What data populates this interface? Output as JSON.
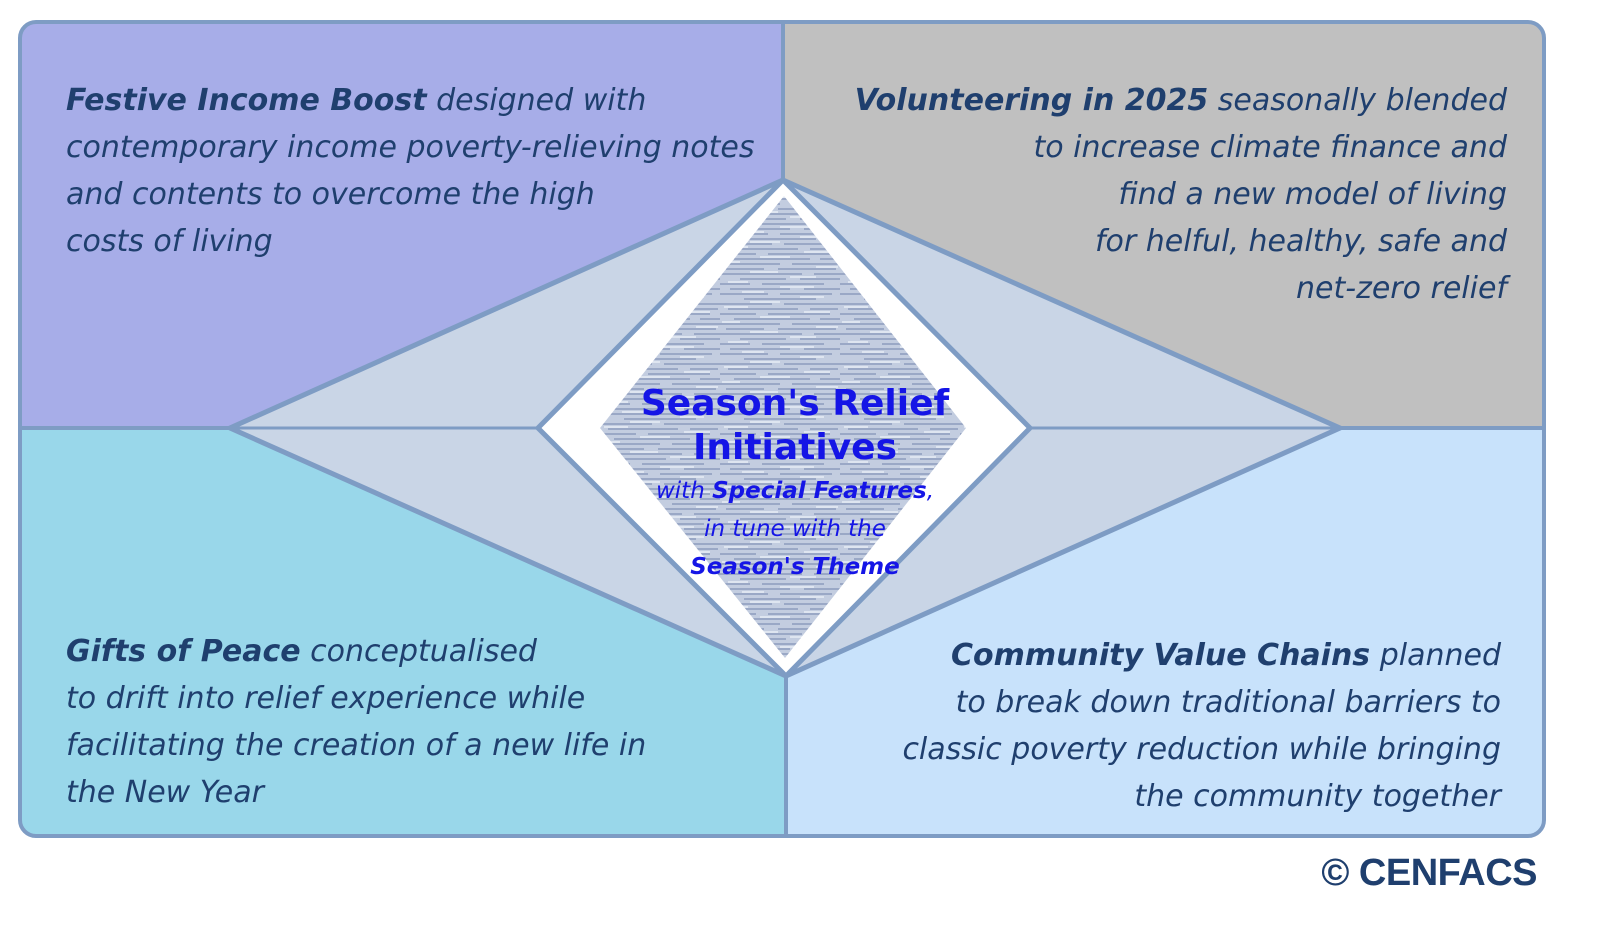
{
  "diagram": {
    "center": {
      "title_lines": [
        "Season's Relief",
        "Initiatives"
      ],
      "sub_line1_pre": "with ",
      "sub_line1_bold": "Special Features",
      "sub_line1_post": ",",
      "sub_line2": "in tune with the",
      "sub_line3_bold": "Season's Theme"
    },
    "top_left": {
      "lead": "Festive Income Boost",
      "line1_rest": " designed with",
      "line2": "contemporary income poverty-relieving notes",
      "line3": "and contents to overcome the high",
      "line4": "costs of living"
    },
    "top_right": {
      "lead": "Volunteering in 2025",
      "line1_rest": " seasonally blended",
      "line2": "to increase climate finance and",
      "line3": "find a new model of living",
      "line4": "for helful, healthy, safe and",
      "line5": "net-zero relief"
    },
    "bottom_left": {
      "lead": "Gifts of Peace",
      "line1_rest": " conceptualised",
      "line2": "to drift into relief experience while",
      "line3": "facilitating the creation of a new life in",
      "line4": "the New Year"
    },
    "bottom_right": {
      "lead": "Community Value Chains",
      "line1_rest": " planned",
      "line2": "to break down traditional barriers to",
      "line3": "classic poverty reduction while bringing",
      "line4": "the community together"
    },
    "copyright": "© CENFACS",
    "colors": {
      "top_left_fill": "#a7ade8",
      "top_right_fill": "#c0c0c0",
      "bottom_left_fill": "#99d7ea",
      "bottom_right_fill": "#c8e2fb",
      "border": "#7e9cc4",
      "inner_diamond": "#c9d5e6",
      "center_title": "#1515e6",
      "body_text": "#1f3f6e"
    }
  }
}
